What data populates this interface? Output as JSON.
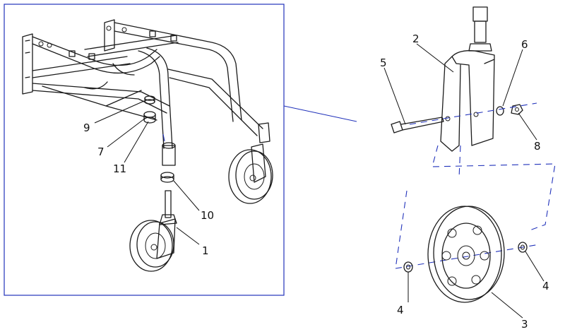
{
  "parts": {
    "p1": "1",
    "p2": "2",
    "p3": "3",
    "p4a": "4",
    "p4b": "4",
    "p5": "5",
    "p6": "6",
    "p7": "7",
    "p8": "8",
    "p9": "9",
    "p10": "10",
    "p11": "11"
  },
  "colors": {
    "line": "#1b1b1b",
    "accent_blue": "#2233bb",
    "background": "#ffffff"
  }
}
